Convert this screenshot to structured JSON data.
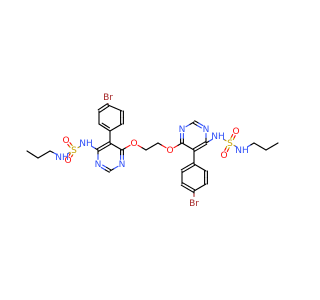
{
  "molecule": {
    "colors": {
      "bond": "#000000",
      "C": "#000000",
      "N": "#3050f8",
      "O": "#ff0d0d",
      "S": "#c6a300",
      "Br": "#a62929"
    },
    "atoms": [
      {
        "id": "br1",
        "el": "Br",
        "label": "Br"
      },
      {
        "id": "a1",
        "el": "C"
      },
      {
        "id": "a2",
        "el": "C"
      },
      {
        "id": "a3",
        "el": "C"
      },
      {
        "id": "a4",
        "el": "C"
      },
      {
        "id": "a5",
        "el": "C"
      },
      {
        "id": "a6",
        "el": "C"
      },
      {
        "id": "c5",
        "el": "C"
      },
      {
        "id": "c4",
        "el": "C"
      },
      {
        "id": "c6",
        "el": "C"
      },
      {
        "id": "n1",
        "el": "N",
        "label": "N"
      },
      {
        "id": "c2",
        "el": "C"
      },
      {
        "id": "n3",
        "el": "N",
        "label": "N"
      },
      {
        "id": "nh1",
        "el": "N",
        "label": "NH"
      },
      {
        "id": "s1",
        "el": "S",
        "label": "S"
      },
      {
        "id": "o1a",
        "el": "O",
        "label": "O"
      },
      {
        "id": "o1b",
        "el": "O",
        "label": "O"
      },
      {
        "id": "nh2",
        "el": "N",
        "label": "NH"
      },
      {
        "id": "p1",
        "el": "C"
      },
      {
        "id": "p2",
        "el": "C"
      },
      {
        "id": "p3",
        "el": "C"
      },
      {
        "id": "o2",
        "el": "O",
        "label": "O"
      },
      {
        "id": "e1",
        "el": "C"
      },
      {
        "id": "e2",
        "el": "C"
      },
      {
        "id": "o3",
        "el": "O",
        "label": "O"
      },
      {
        "id": "d6",
        "el": "C"
      },
      {
        "id": "d1",
        "el": "N",
        "label": "N"
      },
      {
        "id": "d2",
        "el": "C"
      },
      {
        "id": "d3",
        "el": "N",
        "label": "N"
      },
      {
        "id": "d4",
        "el": "C"
      },
      {
        "id": "d5",
        "el": "C"
      },
      {
        "id": "nh3",
        "el": "N",
        "label": "NH"
      },
      {
        "id": "s2",
        "el": "S",
        "label": "S"
      },
      {
        "id": "o4a",
        "el": "O",
        "label": "O"
      },
      {
        "id": "o4b",
        "el": "O",
        "label": "O"
      },
      {
        "id": "nh4",
        "el": "N",
        "label": "NH"
      },
      {
        "id": "q1",
        "el": "C"
      },
      {
        "id": "q2",
        "el": "C"
      },
      {
        "id": "q3",
        "el": "C"
      },
      {
        "id": "b1",
        "el": "C"
      },
      {
        "id": "b2",
        "el": "C"
      },
      {
        "id": "b3",
        "el": "C"
      },
      {
        "id": "b4",
        "el": "C"
      },
      {
        "id": "b5",
        "el": "C"
      },
      {
        "id": "b6",
        "el": "C"
      },
      {
        "id": "br2",
        "el": "Br",
        "label": "Br"
      }
    ],
    "bonds": [
      [
        "br1",
        "a1",
        1
      ],
      [
        "a1",
        "a2",
        2
      ],
      [
        "a2",
        "a3",
        1
      ],
      [
        "a3",
        "a4",
        2
      ],
      [
        "a4",
        "a5",
        1
      ],
      [
        "a5",
        "a6",
        2
      ],
      [
        "a6",
        "a1",
        1
      ],
      [
        "a4",
        "c5",
        1
      ],
      [
        "c5",
        "c4",
        2
      ],
      [
        "c4",
        "n3",
        1
      ],
      [
        "n3",
        "c2",
        2
      ],
      [
        "c2",
        "n1",
        1
      ],
      [
        "n1",
        "c6",
        2
      ],
      [
        "c6",
        "c5",
        1
      ],
      [
        "c4",
        "nh1",
        1
      ],
      [
        "nh1",
        "s1",
        1
      ],
      [
        "s1",
        "o1a",
        2
      ],
      [
        "s1",
        "o1b",
        2
      ],
      [
        "s1",
        "nh2",
        1
      ],
      [
        "nh2",
        "p1",
        1
      ],
      [
        "p1",
        "p2",
        1
      ],
      [
        "p2",
        "p3",
        1
      ],
      [
        "c6",
        "o2",
        1
      ],
      [
        "o2",
        "e1",
        1
      ],
      [
        "e1",
        "e2",
        1
      ],
      [
        "e2",
        "o3",
        1
      ],
      [
        "o3",
        "d6",
        1
      ],
      [
        "d6",
        "d1",
        2
      ],
      [
        "d1",
        "d2",
        1
      ],
      [
        "d2",
        "d3",
        2
      ],
      [
        "d3",
        "d4",
        1
      ],
      [
        "d4",
        "d5",
        2
      ],
      [
        "d5",
        "d6",
        1
      ],
      [
        "d4",
        "nh3",
        1
      ],
      [
        "nh3",
        "s2",
        1
      ],
      [
        "s2",
        "o4a",
        2
      ],
      [
        "s2",
        "o4b",
        2
      ],
      [
        "s2",
        "nh4",
        1
      ],
      [
        "nh4",
        "q1",
        1
      ],
      [
        "q1",
        "q2",
        1
      ],
      [
        "q2",
        "q3",
        1
      ],
      [
        "d5",
        "b1",
        1
      ],
      [
        "b1",
        "b2",
        2
      ],
      [
        "b2",
        "b3",
        1
      ],
      [
        "b3",
        "b4",
        2
      ],
      [
        "b4",
        "b5",
        1
      ],
      [
        "b5",
        "b6",
        2
      ],
      [
        "b6",
        "b1",
        1
      ],
      [
        "b4",
        "br2",
        1
      ]
    ]
  }
}
